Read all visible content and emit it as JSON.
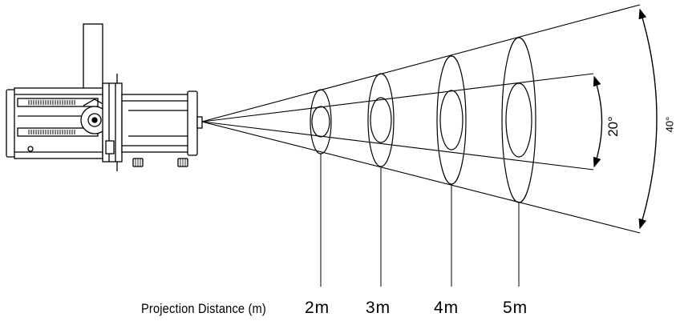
{
  "caption": "Projection Distance (m)",
  "distances": [
    "2m",
    "3m",
    "4m",
    "5m"
  ],
  "angles": {
    "narrow": "20°",
    "wide": "40°"
  },
  "colors": {
    "stroke": "#000000",
    "background": "#ffffff",
    "fixture_fill": "#ffffff"
  },
  "icons": {
    "fixture": "profile-spotlight-icon",
    "arrow": "double-arrow-icon"
  }
}
